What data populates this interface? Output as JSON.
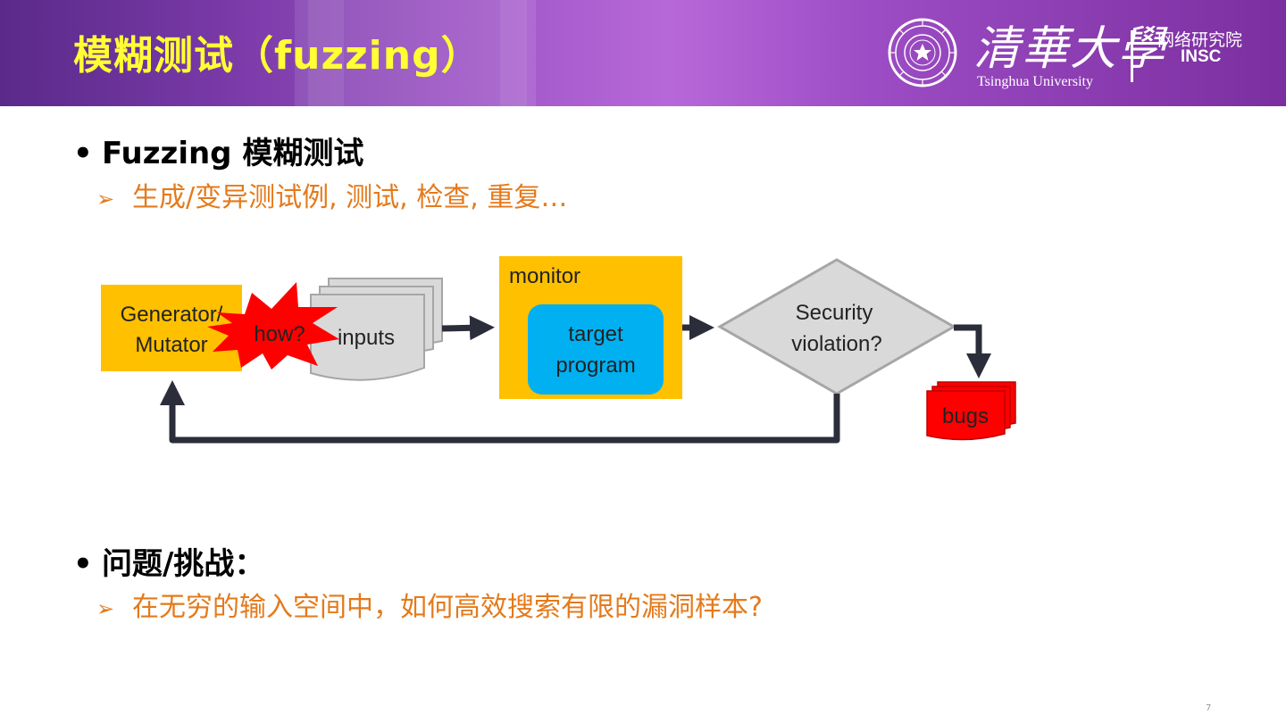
{
  "header": {
    "title": "模糊测试（fuzzing）",
    "university_cn": "清華大學",
    "university_en": "Tsinghua University",
    "lab_cn": "网络研究院",
    "lab_en": "INSC"
  },
  "bullets": [
    {
      "text": "Fuzzing 模糊测试",
      "sub": "生成/变异测试例, 测试, 检查, 重复…"
    },
    {
      "text": "问题/挑战：",
      "sub": "在无穷的输入空间中，如何高效搜索有限的漏洞样本?"
    }
  ],
  "diagram": {
    "generator_line1": "Generator/",
    "generator_line2": "Mutator",
    "burst": "how?",
    "inputs": "inputs",
    "monitor": "monitor",
    "target_line1": "target",
    "target_line2": "program",
    "decision_line1": "Security",
    "decision_line2": "violation?",
    "bugs": "bugs"
  },
  "colors": {
    "title_yellow": "#ffff33",
    "orange_text": "#e47a1b",
    "box_yellow": "#ffc000",
    "target_blue": "#00b0f0",
    "burst_red": "#ff0000",
    "gray_shape": "#d9d9d9",
    "arrow_dark": "#2b2d3a"
  },
  "page_number": "7"
}
